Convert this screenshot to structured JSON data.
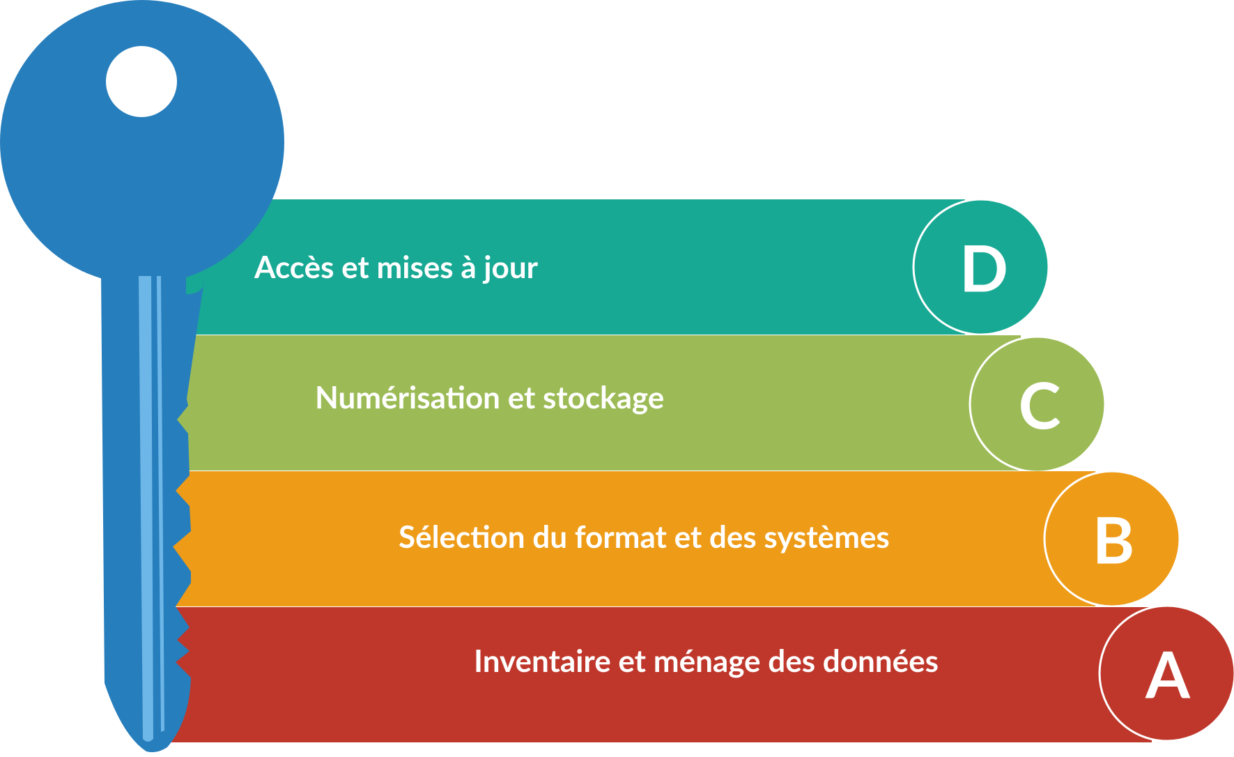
{
  "steps": [
    {
      "letter": "D",
      "label": "Accès et mises à jour",
      "color": "#17a994"
    },
    {
      "letter": "C",
      "label": "Numérisation et stockage",
      "color": "#9cbb56"
    },
    {
      "letter": "B",
      "label": "Sélection du format et des systèmes",
      "color": "#ee9b17"
    },
    {
      "letter": "A",
      "label": "Inventaire et ménage des données",
      "color": "#bf372b"
    }
  ],
  "key_color": "#277ebc",
  "key_highlight": "#6db6e8"
}
